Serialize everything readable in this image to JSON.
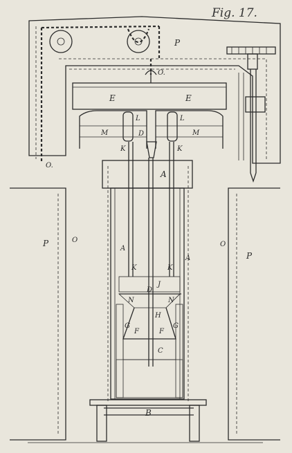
{
  "figure": {
    "caption": "Fig. 17."
  },
  "labels": {
    "P_top": "P",
    "O_chain_top": "O.",
    "O_chain_left": "O.",
    "E_left": "E",
    "E_right": "E",
    "L_left": "L",
    "L_right": "L",
    "M_left": "M",
    "M_right": "M",
    "D_top": "D",
    "K_top_left": "K",
    "K_top_right": "K",
    "A_top": "A",
    "P_left": "P",
    "O_left": "O",
    "O_right": "O",
    "P_right": "P",
    "A_left": "A",
    "A_right": "A",
    "K_mid_left": "K",
    "K_mid_right": "K",
    "J": "J",
    "D_mid": "D",
    "N_left": "N",
    "N_right": "N",
    "H": "H",
    "G_left": "G",
    "G_right": "G",
    "F_left": "F",
    "F_right": "F",
    "C": "C",
    "B": "B"
  },
  "colors": {
    "paper": "#e9e6dc",
    "ink": "#2b2b2b"
  }
}
